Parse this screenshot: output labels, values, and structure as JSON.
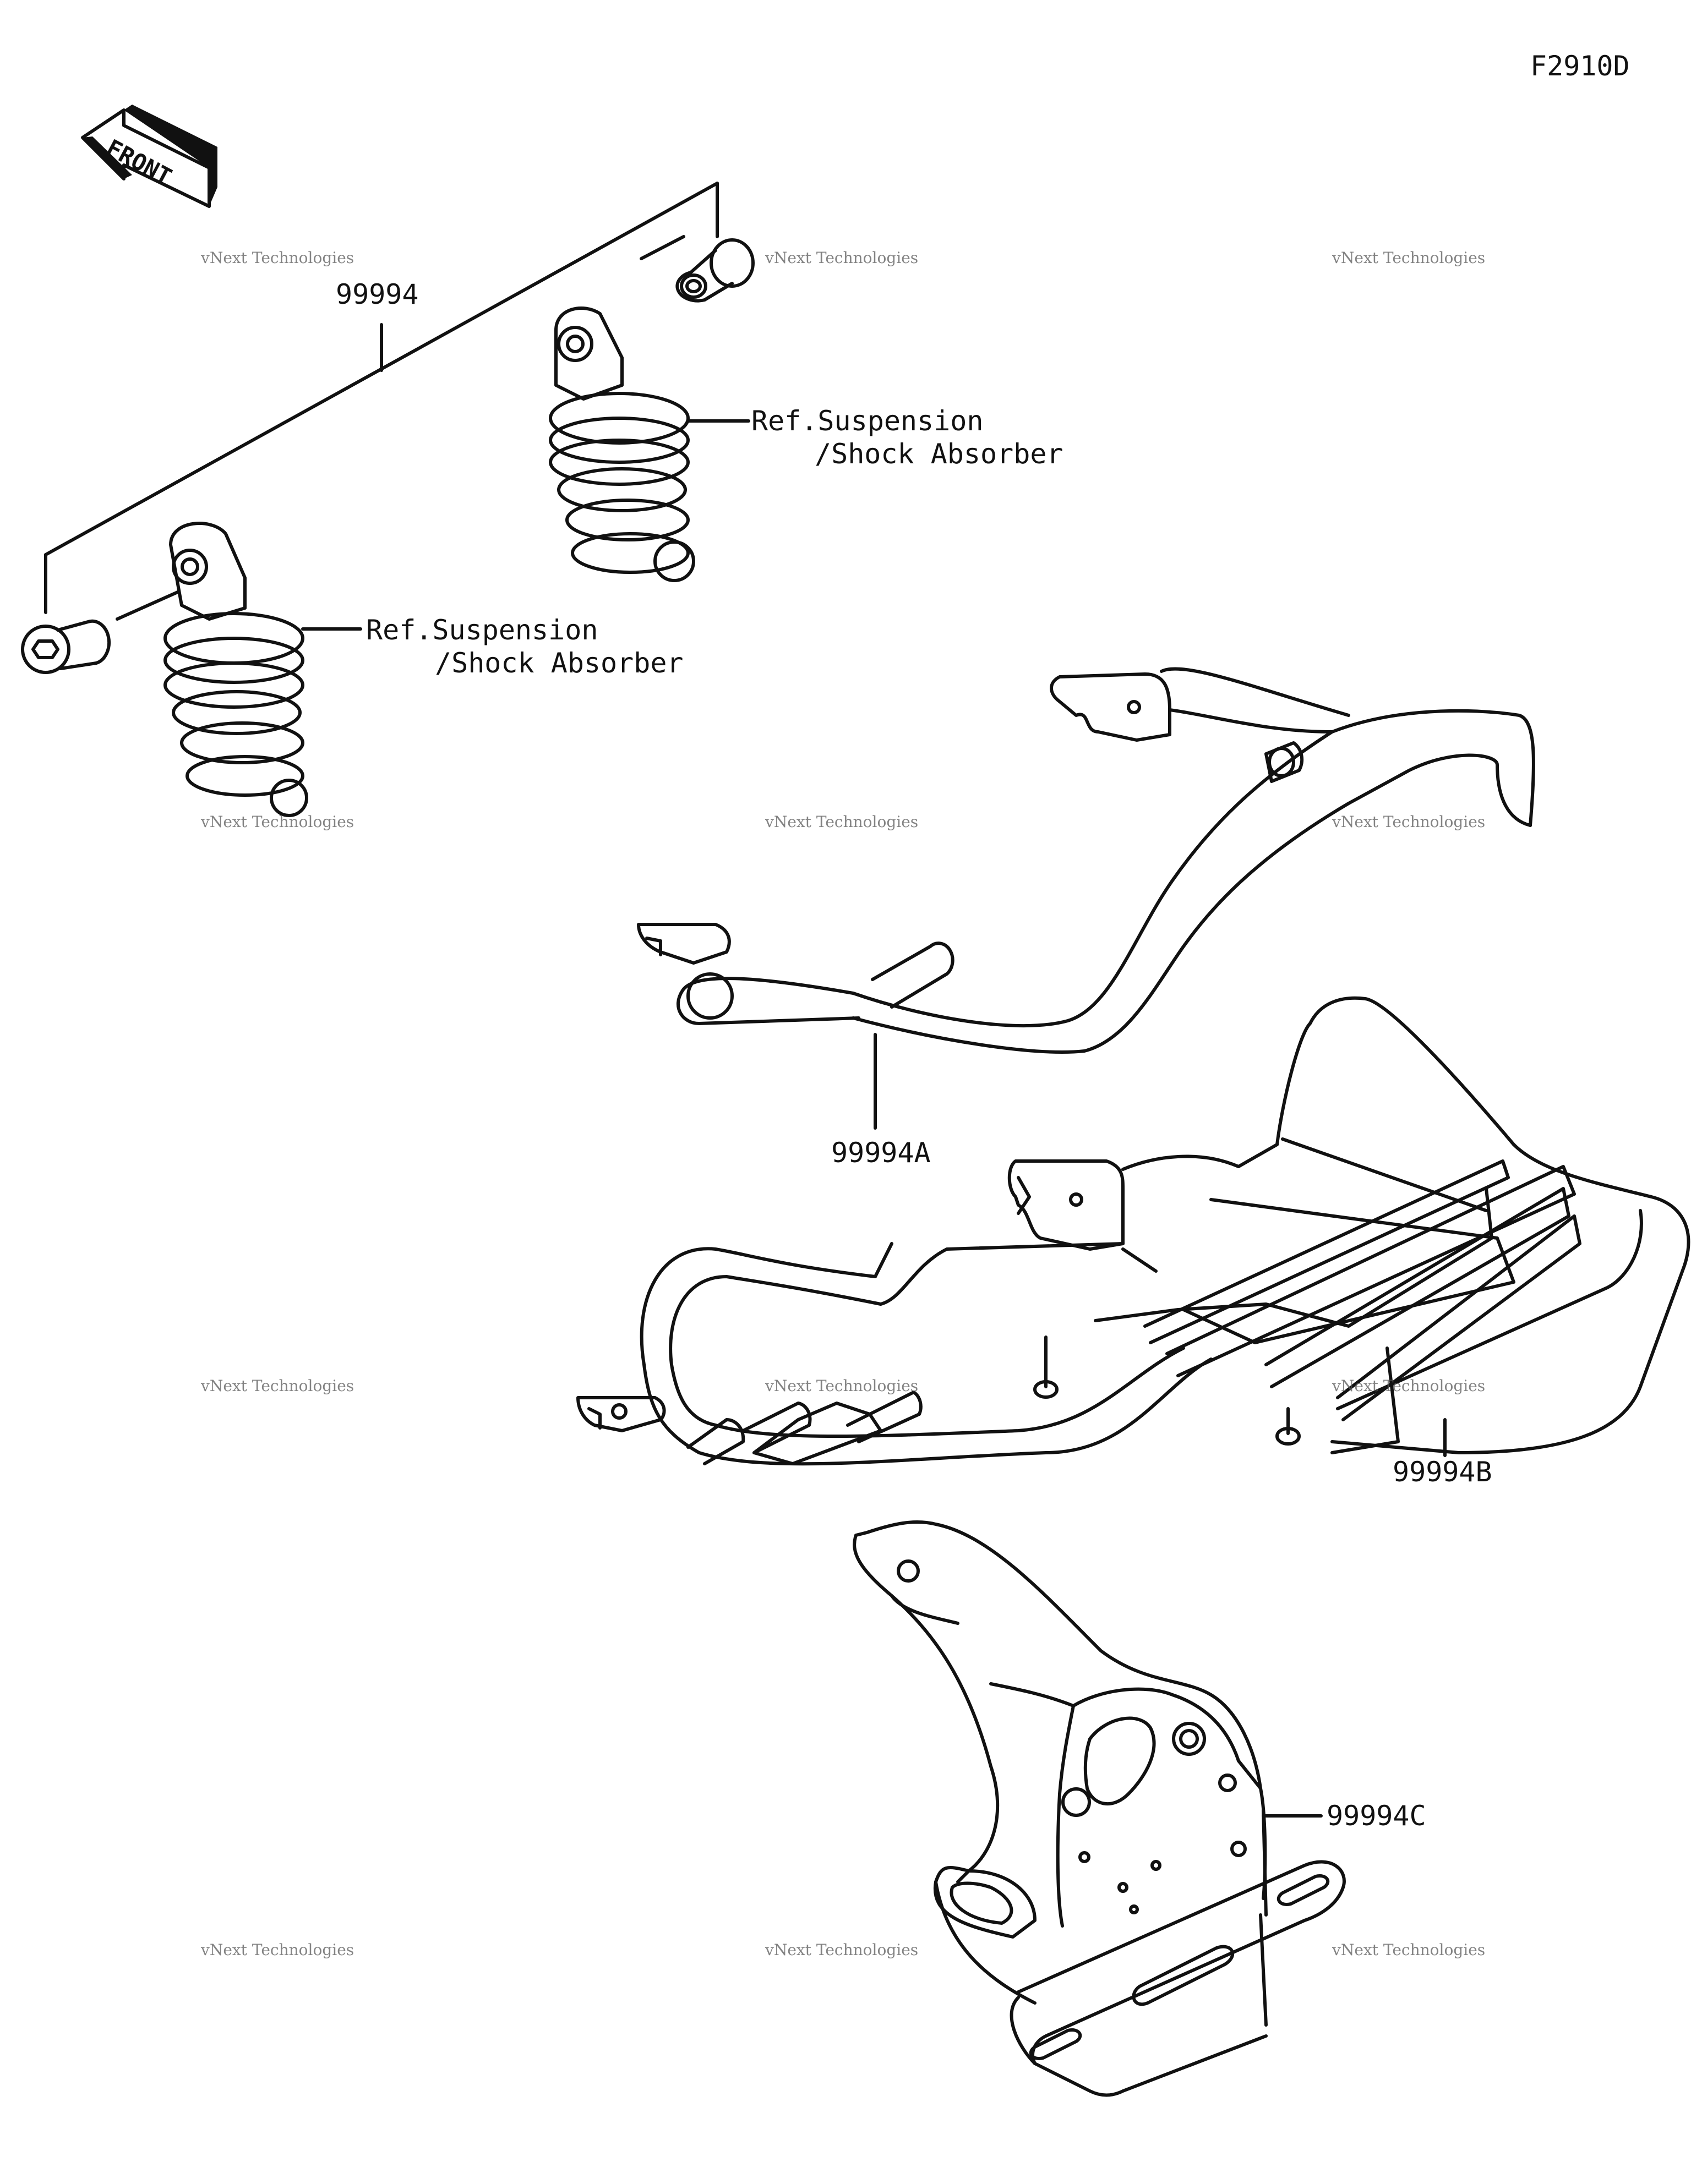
{
  "figure_code": "F2910D",
  "front_label": "FRONT",
  "parts": {
    "kit": "99994",
    "rack_a": "99994A",
    "rack_b": "99994B",
    "plate_c": "99994C"
  },
  "references": {
    "upper": {
      "line1": "Ref.Suspension",
      "line2": "/Shock Absorber"
    },
    "lower": {
      "line1": "Ref.Suspension",
      "line2": "/Shock Absorber"
    }
  },
  "watermark": {
    "line1": "vNext Technologies",
    "line2": "Technologies"
  },
  "colors": {
    "line": "#111111",
    "watermark": "#969696"
  }
}
